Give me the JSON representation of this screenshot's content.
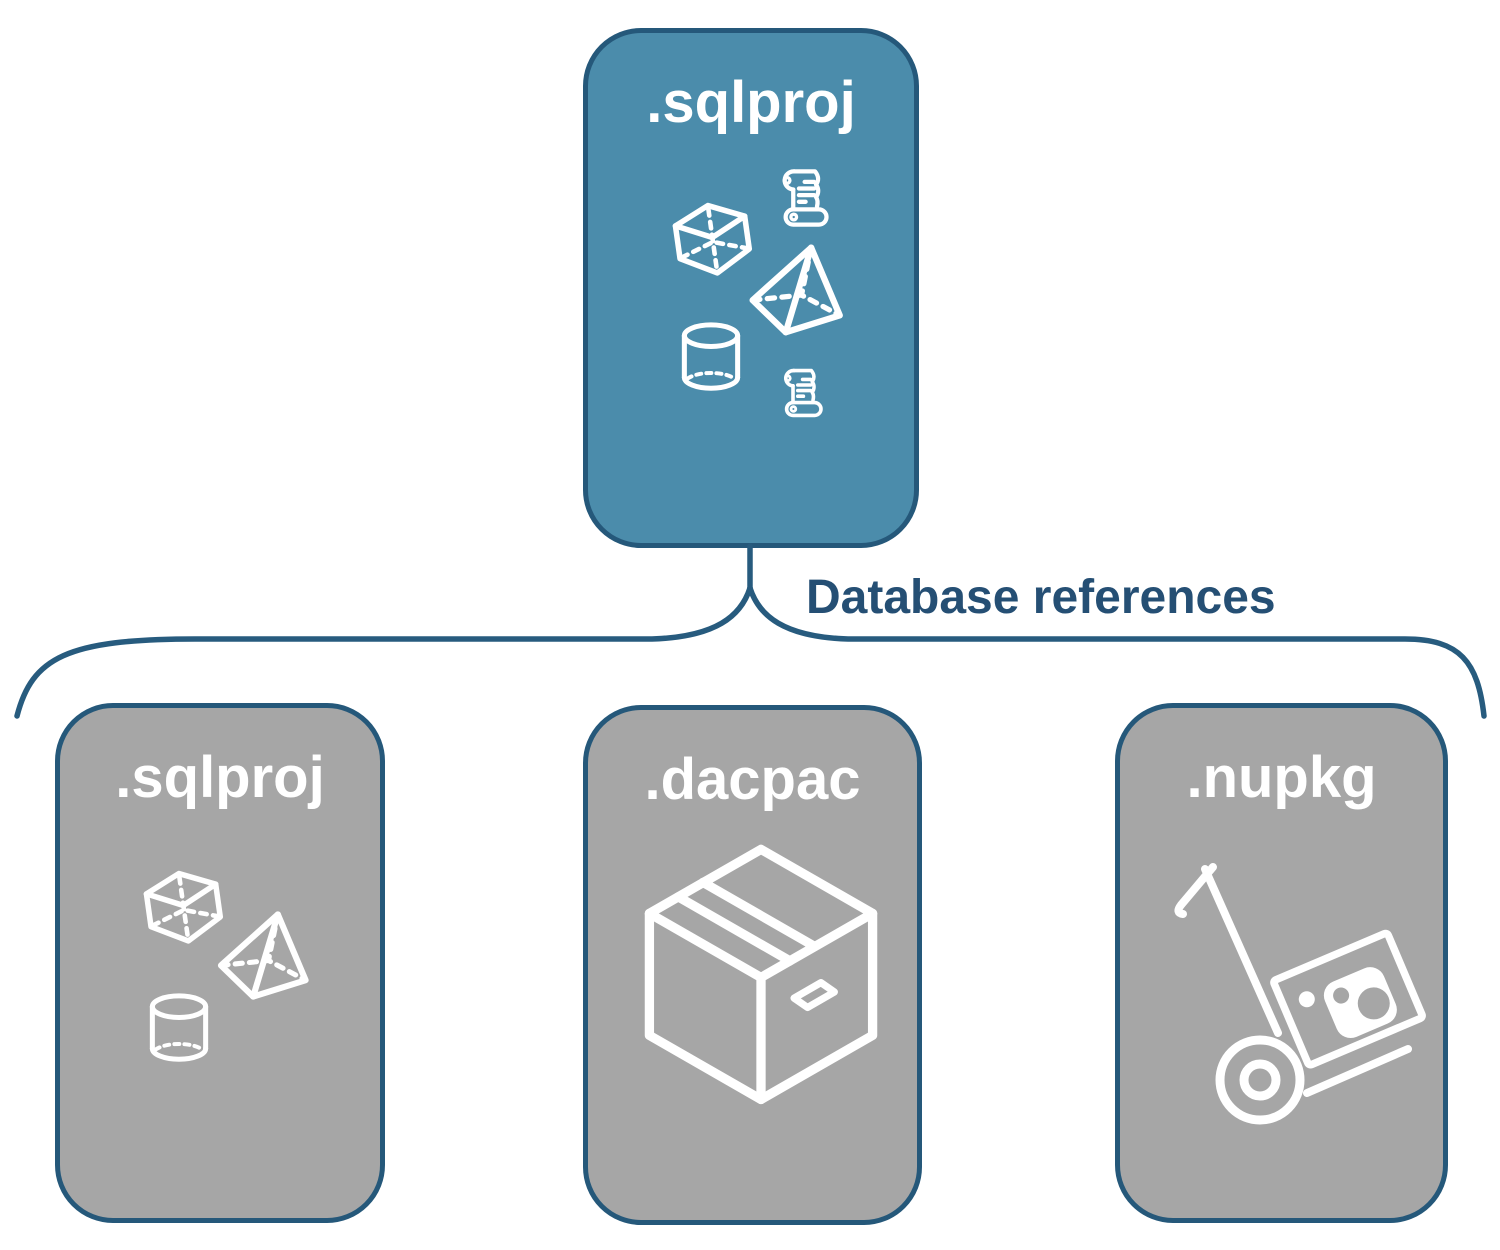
{
  "diagram": {
    "root": {
      "label": ".sqlproj",
      "icons": [
        "scroll-icon",
        "cube-icon",
        "pyramid-icon",
        "cylinder-icon",
        "scroll-icon"
      ]
    },
    "connector_label": "Database references",
    "children": [
      {
        "label": ".sqlproj",
        "icons": [
          "cube-icon",
          "pyramid-icon",
          "cylinder-icon"
        ]
      },
      {
        "label": ".dacpac",
        "icons": [
          "package-box-icon"
        ]
      },
      {
        "label": ".nupkg",
        "icons": [
          "hand-truck-icon"
        ]
      }
    ],
    "colors": {
      "root_fill": "#4b8cab",
      "child_fill": "#a6a6a6",
      "outline": "#25587a",
      "connector": "#275b7e",
      "label_text": "#254f74",
      "icon_stroke": "#ffffff"
    }
  }
}
